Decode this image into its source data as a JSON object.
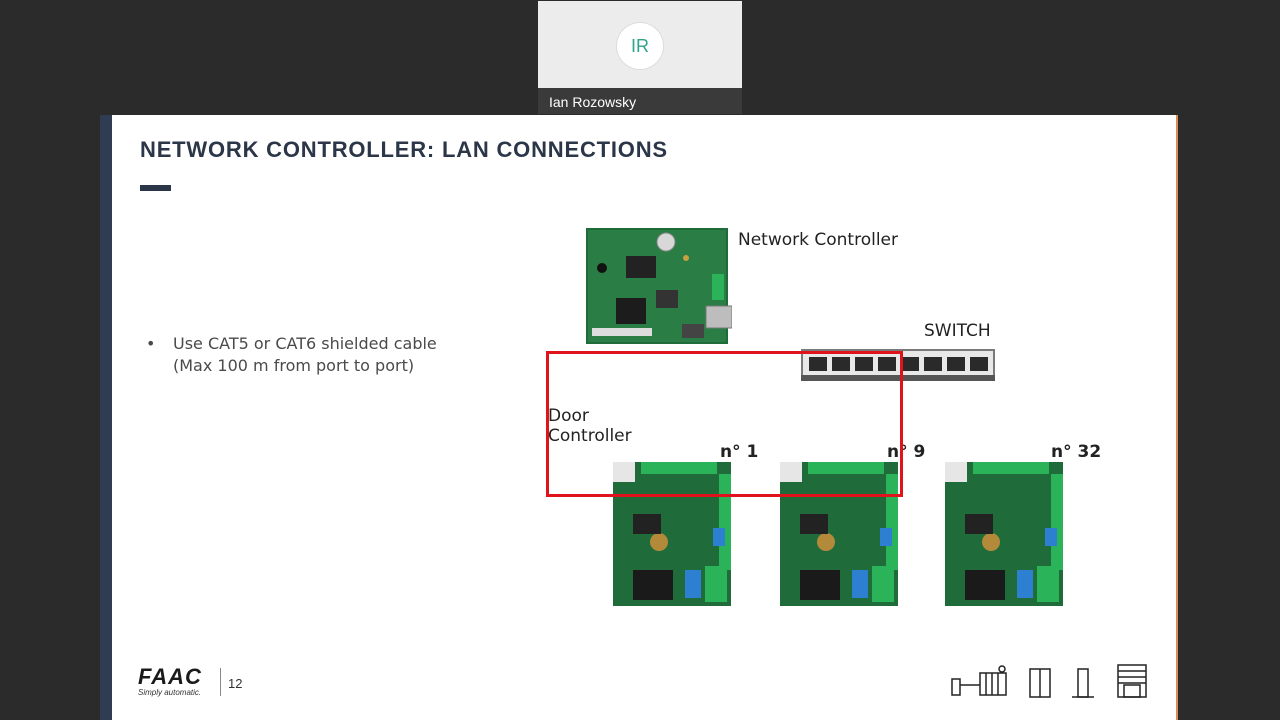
{
  "participant": {
    "initials": "IR",
    "name": "Ian Rozowsky"
  },
  "slide": {
    "title": "NETWORK CONTROLLER: LAN CONNECTIONS",
    "bullets": [
      {
        "line1": "Use CAT5 or CAT6 shielded cable",
        "line2": "(Max 100 m from port to port)"
      }
    ],
    "bullet_symbol": "•",
    "diagram": {
      "network_controller_label": "Network Controller",
      "switch_label": "SWITCH",
      "door_controller_label_line1": "Door",
      "door_controller_label_line2": "Controller",
      "unit_labels": [
        "n° 1",
        "n° 9",
        "n° 32"
      ]
    },
    "footer": {
      "logo_text": "FAAC",
      "logo_tagline": "Simply automatic.",
      "page_number": "12"
    }
  },
  "colors": {
    "title": "#2b3648",
    "accent_bar": "#2f3c52",
    "highlight": "#e0121c",
    "pcb": "#1f6b3a",
    "avatar_text": "#2fa38a"
  }
}
